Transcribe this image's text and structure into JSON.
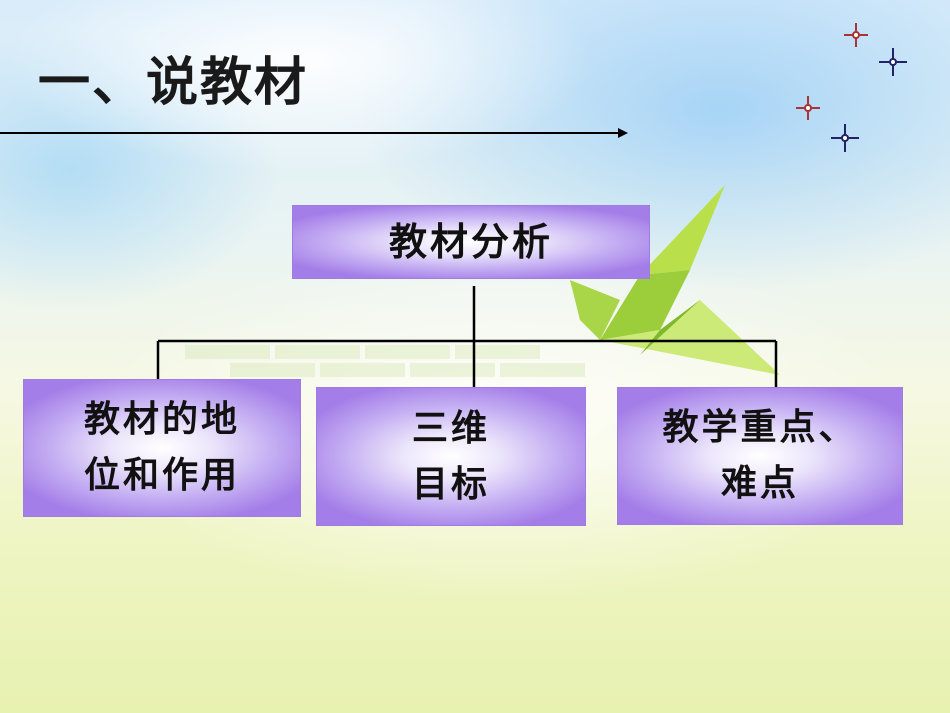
{
  "slide": {
    "title": "一、说教材"
  },
  "diagram": {
    "root": "教材分析",
    "children": [
      {
        "line1": "教材的地",
        "line2": "位和作用"
      },
      {
        "line1": "三维",
        "line2": "目标"
      },
      {
        "line1": "教学重点、",
        "line2": "难点"
      }
    ]
  },
  "colors": {
    "box_fill": "#c6b1f3",
    "box_edge": "#a47ee8",
    "line": "#000000"
  }
}
